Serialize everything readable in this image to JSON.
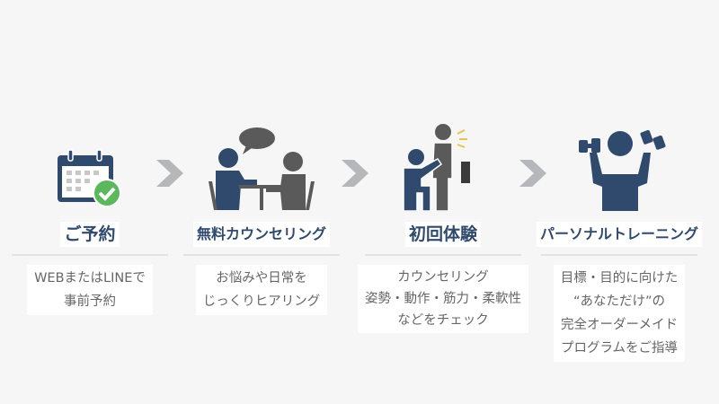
{
  "steps": [
    {
      "title": "ご予約",
      "desc": [
        "WEBまたはLINEで",
        "事前予約"
      ],
      "icon": "calendar-check-icon"
    },
    {
      "title": "無料カウンセリング",
      "desc": [
        "お悩みや日常を",
        "じっくりヒアリング"
      ],
      "icon": "counseling-icon"
    },
    {
      "title": "初回体験",
      "desc": [
        "カウンセリング",
        "姿勢・動作・筋力・柔軟性",
        "などをチェック"
      ],
      "icon": "posture-check-icon"
    },
    {
      "title": "パーソナルトレーニング",
      "desc": [
        "目標・目的に向けた",
        "“あなただけ”の",
        "完全オーダーメイド",
        "プログラムをご指導"
      ],
      "icon": "dumbbell-training-icon"
    }
  ],
  "colors": {
    "navy": "#2f4a6d",
    "gray": "#5a5a5a",
    "green": "#5cb85c",
    "arrow": "#b5b7ba"
  }
}
